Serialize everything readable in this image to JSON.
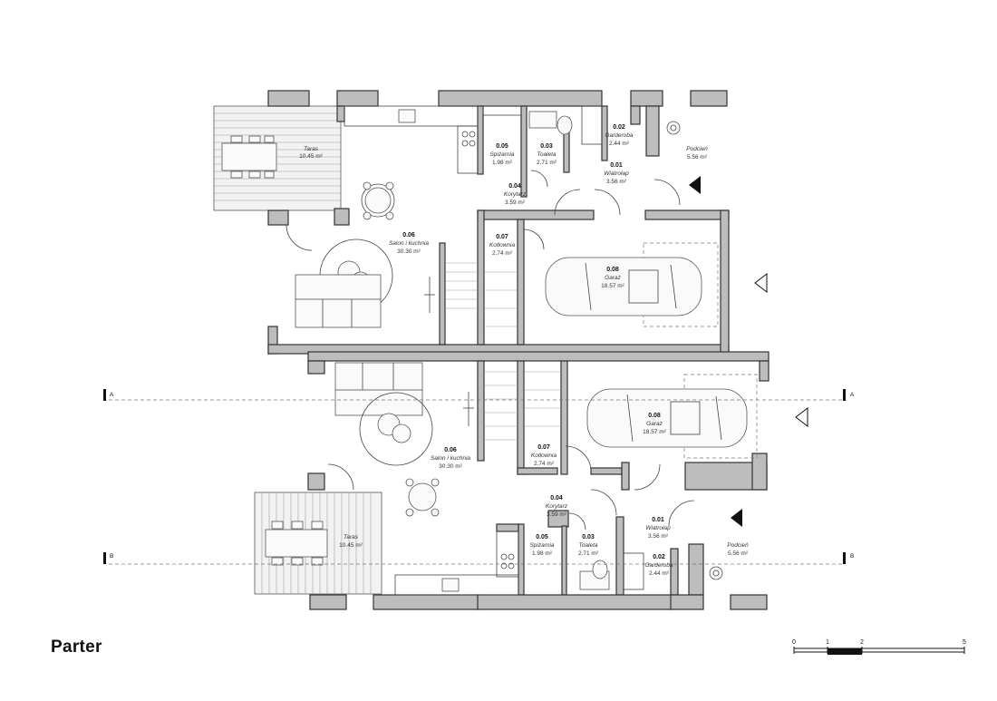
{
  "title": "Parter",
  "section_marks": {
    "a": "A",
    "b": "B"
  },
  "scale_bar": {
    "labels": [
      "0",
      "1",
      "2",
      "5"
    ]
  },
  "upper_unit": {
    "rooms": [
      {
        "num": "",
        "name": "Taras",
        "area": "10.45 m²"
      },
      {
        "num": "0.05",
        "name": "Spiżarnia",
        "area": "1.98 m²"
      },
      {
        "num": "0.03",
        "name": "Toaleta",
        "area": "2.71 m²"
      },
      {
        "num": "0.02",
        "name": "Garderoba",
        "area": "2.44 m²"
      },
      {
        "num": "",
        "name": "Podcień",
        "area": "5.56 m²"
      },
      {
        "num": "0.01",
        "name": "Wiatrołap",
        "area": "3.56 m²"
      },
      {
        "num": "0.04",
        "name": "Korytarz",
        "area": "3.59 m²"
      },
      {
        "num": "0.06",
        "name": "Salon i kuchnia",
        "area": "30.30 m²"
      },
      {
        "num": "0.07",
        "name": "Kotłownia",
        "area": "2.74 m²"
      },
      {
        "num": "0.08",
        "name": "Garaż",
        "area": "18.57 m²"
      }
    ]
  },
  "lower_unit": {
    "rooms": [
      {
        "num": "0.08",
        "name": "Garaż",
        "area": "18.57 m²"
      },
      {
        "num": "0.06",
        "name": "Salon i kuchnia",
        "area": "30.30 m²"
      },
      {
        "num": "0.07",
        "name": "Kotłownia",
        "area": "2.74 m²"
      },
      {
        "num": "0.04",
        "name": "Korytarz",
        "area": "3.59 m²"
      },
      {
        "num": "0.01",
        "name": "Wiatrołap",
        "area": "3.56 m²"
      },
      {
        "num": "",
        "name": "Taras",
        "area": "10.45 m²"
      },
      {
        "num": "0.05",
        "name": "Spiżarnia",
        "area": "1.98 m²"
      },
      {
        "num": "0.03",
        "name": "Toaleta",
        "area": "2.71 m²"
      },
      {
        "num": "",
        "name": "Podcień",
        "area": "5.56 m²"
      },
      {
        "num": "0.02",
        "name": "Garderoba",
        "area": "2.44 m²"
      }
    ]
  }
}
